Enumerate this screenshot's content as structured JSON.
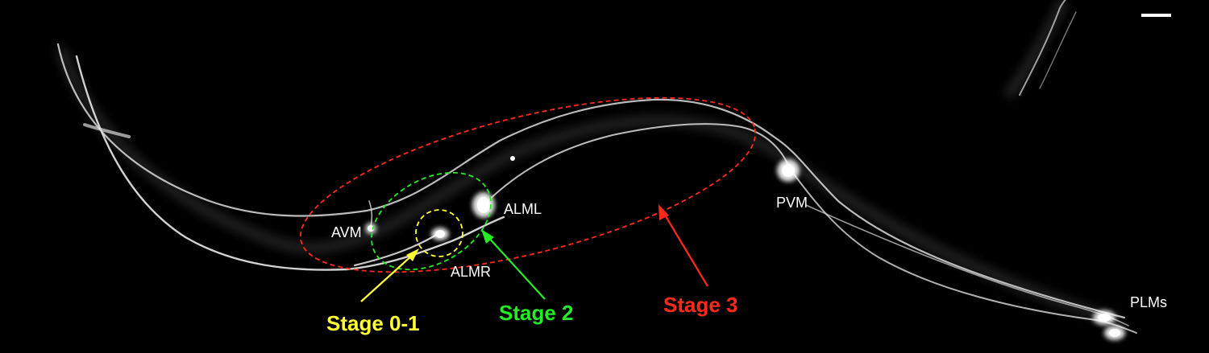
{
  "neurons": {
    "avm": "AVM",
    "alml": "ALML",
    "almr": "ALMR",
    "pvm": "PVM",
    "plms": "PLMs"
  },
  "stages": {
    "stage_0_1": {
      "label": "Stage 0-1",
      "color": "#ffff33"
    },
    "stage_2": {
      "label": "Stage 2",
      "color": "#22ee22"
    },
    "stage_3": {
      "label": "Stage 3",
      "color": "#ff2a1a"
    }
  },
  "colors": {
    "background": "#000000",
    "neuron_fluorescence": "#ffffff"
  }
}
